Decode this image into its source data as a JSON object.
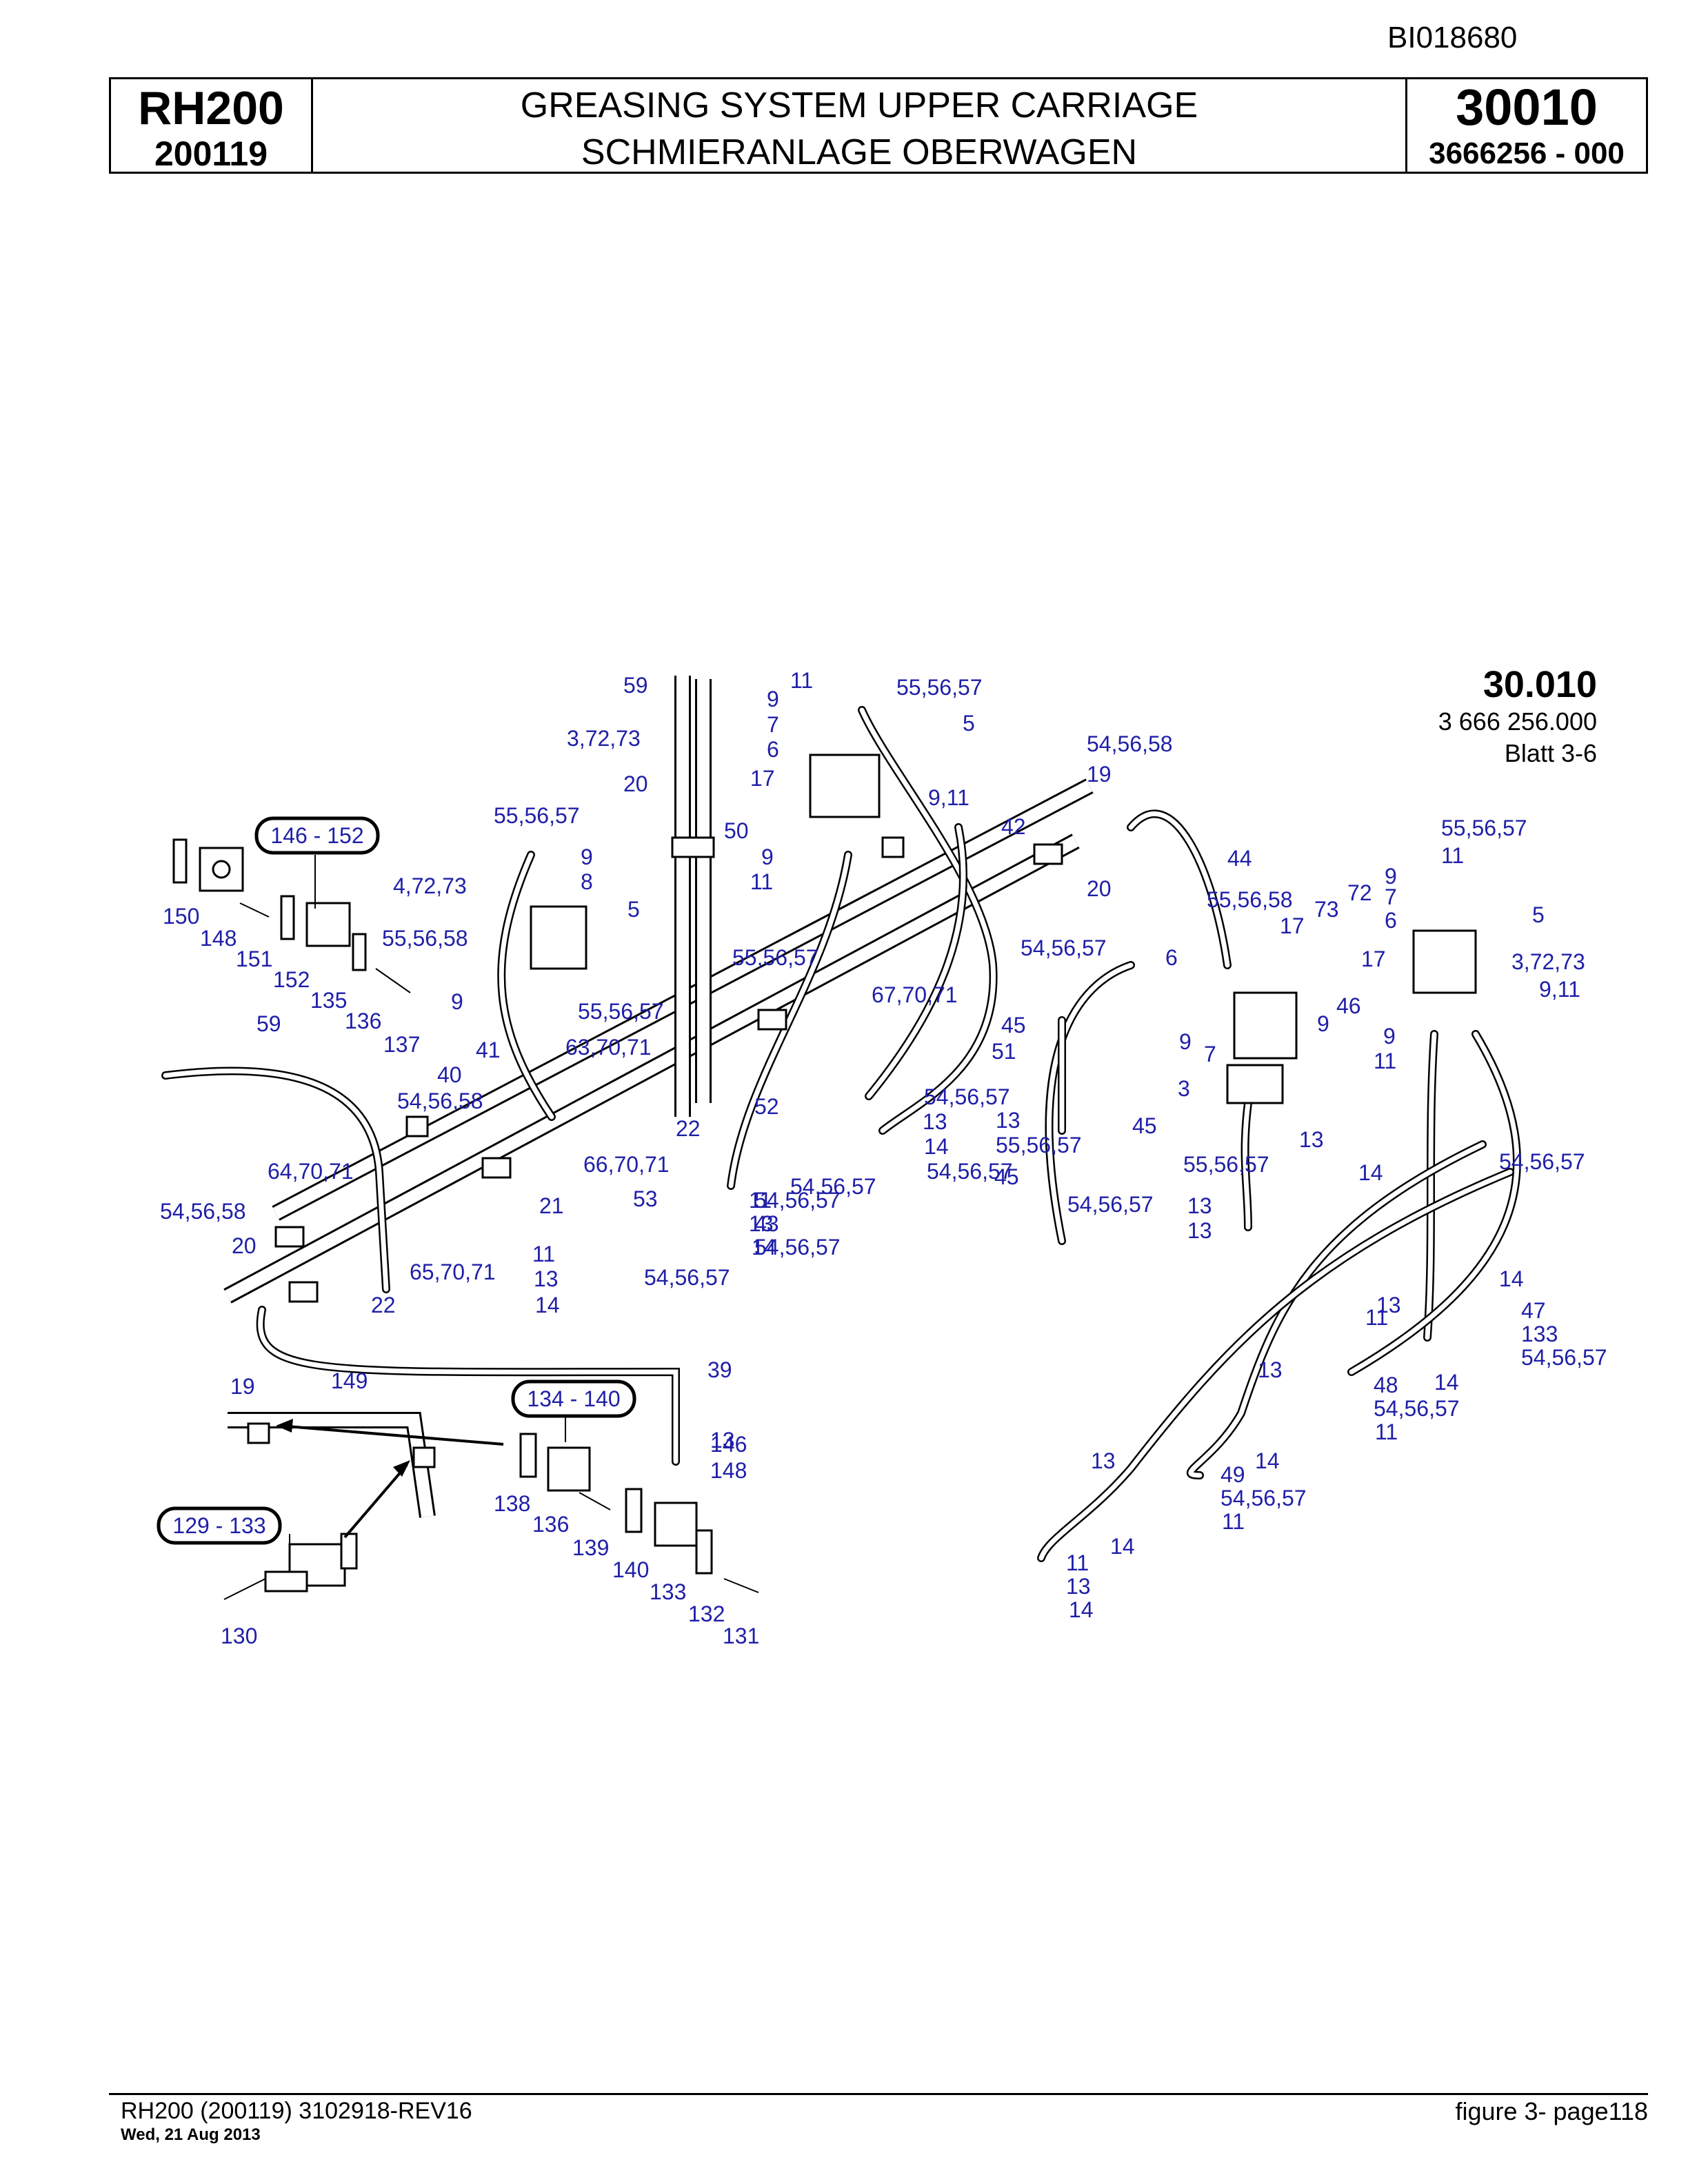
{
  "doc_id": "BI018680",
  "header": {
    "model": "RH200",
    "serial": "200119",
    "title_en": "GREASING SYSTEM UPPER CARRIAGE",
    "title_de": "SCHMIERANLAGE OBERWAGEN",
    "group_number": "30010",
    "part_number": "3666256  - 000"
  },
  "figure_ref": {
    "code": "30.010",
    "number": "3 666 256.000",
    "sheet": "Blatt 3-6"
  },
  "range_boxes": [
    "146  -  152",
    "134  -  140",
    "129  -  133"
  ],
  "callouts": [
    "59",
    "11",
    "55,56,57",
    "9",
    "5",
    "7",
    "6",
    "3,72,73",
    "20",
    "17",
    "9,11",
    "50",
    "9",
    "11",
    "54,56,58",
    "19",
    "42",
    "44",
    "20",
    "55,56,57",
    "9",
    "8",
    "5",
    "4,72,73",
    "55,56,58",
    "55,56,57",
    "55,56,57",
    "9",
    "63,70,71",
    "67,70,71",
    "55,56,58",
    "17",
    "73",
    "72",
    "9",
    "7",
    "6",
    "5",
    "55,56,57",
    "11",
    "17",
    "3,72,73",
    "46",
    "9,11",
    "9",
    "11",
    "54,56,57",
    "6",
    "9",
    "7",
    "9",
    "3",
    "45",
    "51",
    "41",
    "40",
    "54,56,58",
    "59",
    "64,70,71",
    "54,56,58",
    "20",
    "19",
    "22",
    "66,70,71",
    "21",
    "22",
    "65,70,71",
    "52",
    "53",
    "54,56,57",
    "11",
    "13",
    "14",
    "54,56,57",
    "11",
    "13",
    "14",
    "54,56,57",
    "13",
    "14",
    "54,56,57",
    "13",
    "55,56,57",
    "45",
    "54,56,57",
    "45",
    "55,56,57",
    "13",
    "14",
    "54,56,57",
    "13",
    "13",
    "14",
    "47",
    "133",
    "54,56,57",
    "11",
    "13",
    "14",
    "48",
    "54,56,57",
    "11",
    "13",
    "14",
    "49",
    "54,56,57",
    "11",
    "13",
    "14",
    "11",
    "13",
    "14",
    "54,56,57",
    "43",
    "54,56,57",
    "13",
    "39",
    "146",
    "148",
    "149",
    "150",
    "148",
    "151",
    "152",
    "135",
    "136",
    "137",
    "138",
    "136",
    "139",
    "140",
    "133",
    "132",
    "131",
    "130"
  ],
  "footer": {
    "ref": "RH200 (200119) 3102918-REV16",
    "date": "Wed, 21 Aug 2013",
    "page": "figure  3- page118"
  }
}
